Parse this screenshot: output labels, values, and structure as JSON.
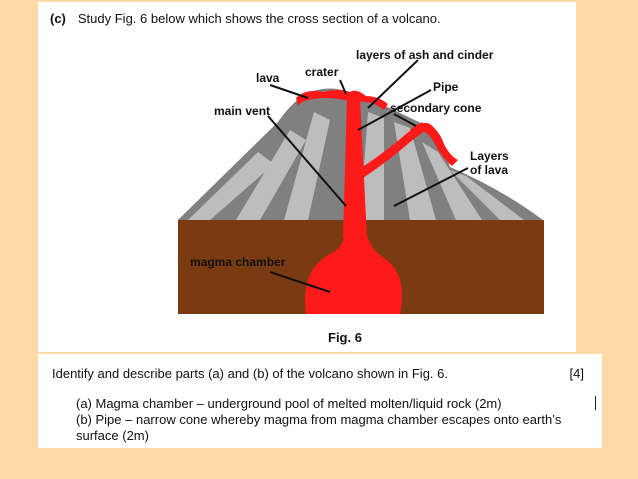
{
  "question": {
    "letter": "(c)",
    "prompt": "Study Fig. 6 below which shows the cross section of a volcano."
  },
  "figure": {
    "labels": {
      "crater": "crater",
      "layers_ash": "layers of ash and cinder",
      "lava": "lava",
      "pipe": "Pipe",
      "main_vent": "main vent",
      "secondary_cone": "secondary cone",
      "layers_of": "Layers",
      "of_lava": "of lava",
      "magma_chamber": "magma chamber"
    },
    "caption": "Fig. 6",
    "colors": {
      "lava_red": "#ff1a1a",
      "rock_dark": "#808080",
      "rock_light": "#bdbdbd",
      "ground": "#7a3b12"
    }
  },
  "task": {
    "instruction": "Identify and describe parts (a) and (b) of the volcano shown in Fig. 6.",
    "marks": "[4]",
    "answers": [
      "(a) Magma chamber – underground pool of melted molten/liquid rock (2m)",
      "(b) Pipe – narrow cone whereby magma from magma chamber escapes onto earth’s surface (2m)"
    ]
  }
}
